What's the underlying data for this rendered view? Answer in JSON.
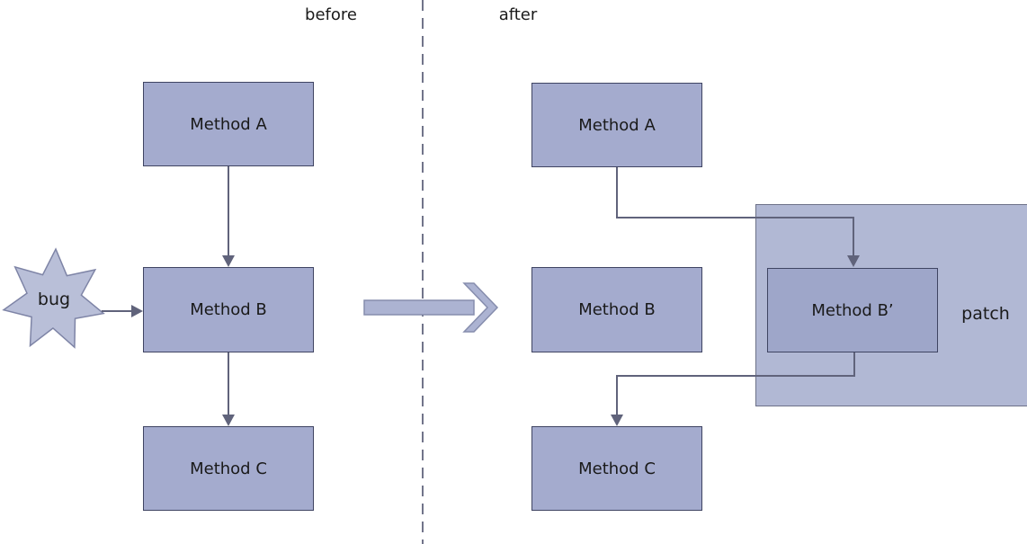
{
  "labels": {
    "before": "before",
    "after": "after",
    "bug": "bug",
    "patch": "patch"
  },
  "before_panel": {
    "method_a": "Method A",
    "method_b": "Method B",
    "method_c": "Method C",
    "connections": [
      {
        "from": "Method A",
        "to": "Method B"
      },
      {
        "from": "Method B",
        "to": "Method C"
      },
      {
        "from": "bug",
        "to": "Method B"
      }
    ]
  },
  "after_panel": {
    "method_a": "Method A",
    "method_b": "Method B",
    "method_b_prime": "Method B’",
    "method_c": "Method C",
    "connections": [
      {
        "from": "Method A",
        "to": "Method B’"
      },
      {
        "from": "Method B’",
        "to": "Method C"
      }
    ],
    "patch_contains": [
      "Method B’"
    ]
  },
  "transition": {
    "type": "block-arrow",
    "direction": "right"
  },
  "colors": {
    "background": "#ffffff",
    "box_fill": "#a4abce",
    "box_fill_patched": "#9ea6c9",
    "box_border": "#3f4462",
    "patch_fill": "#b1b8d4",
    "patch_border": "#6d7188",
    "star_fill": "#b9bfd8",
    "star_border": "#7e84a6",
    "connector": "#60637b",
    "divider": "#71748a",
    "big_arrow_fill": "#acb3d2",
    "big_arrow_stroke": "#868dad",
    "text": "#1a1a1a"
  }
}
